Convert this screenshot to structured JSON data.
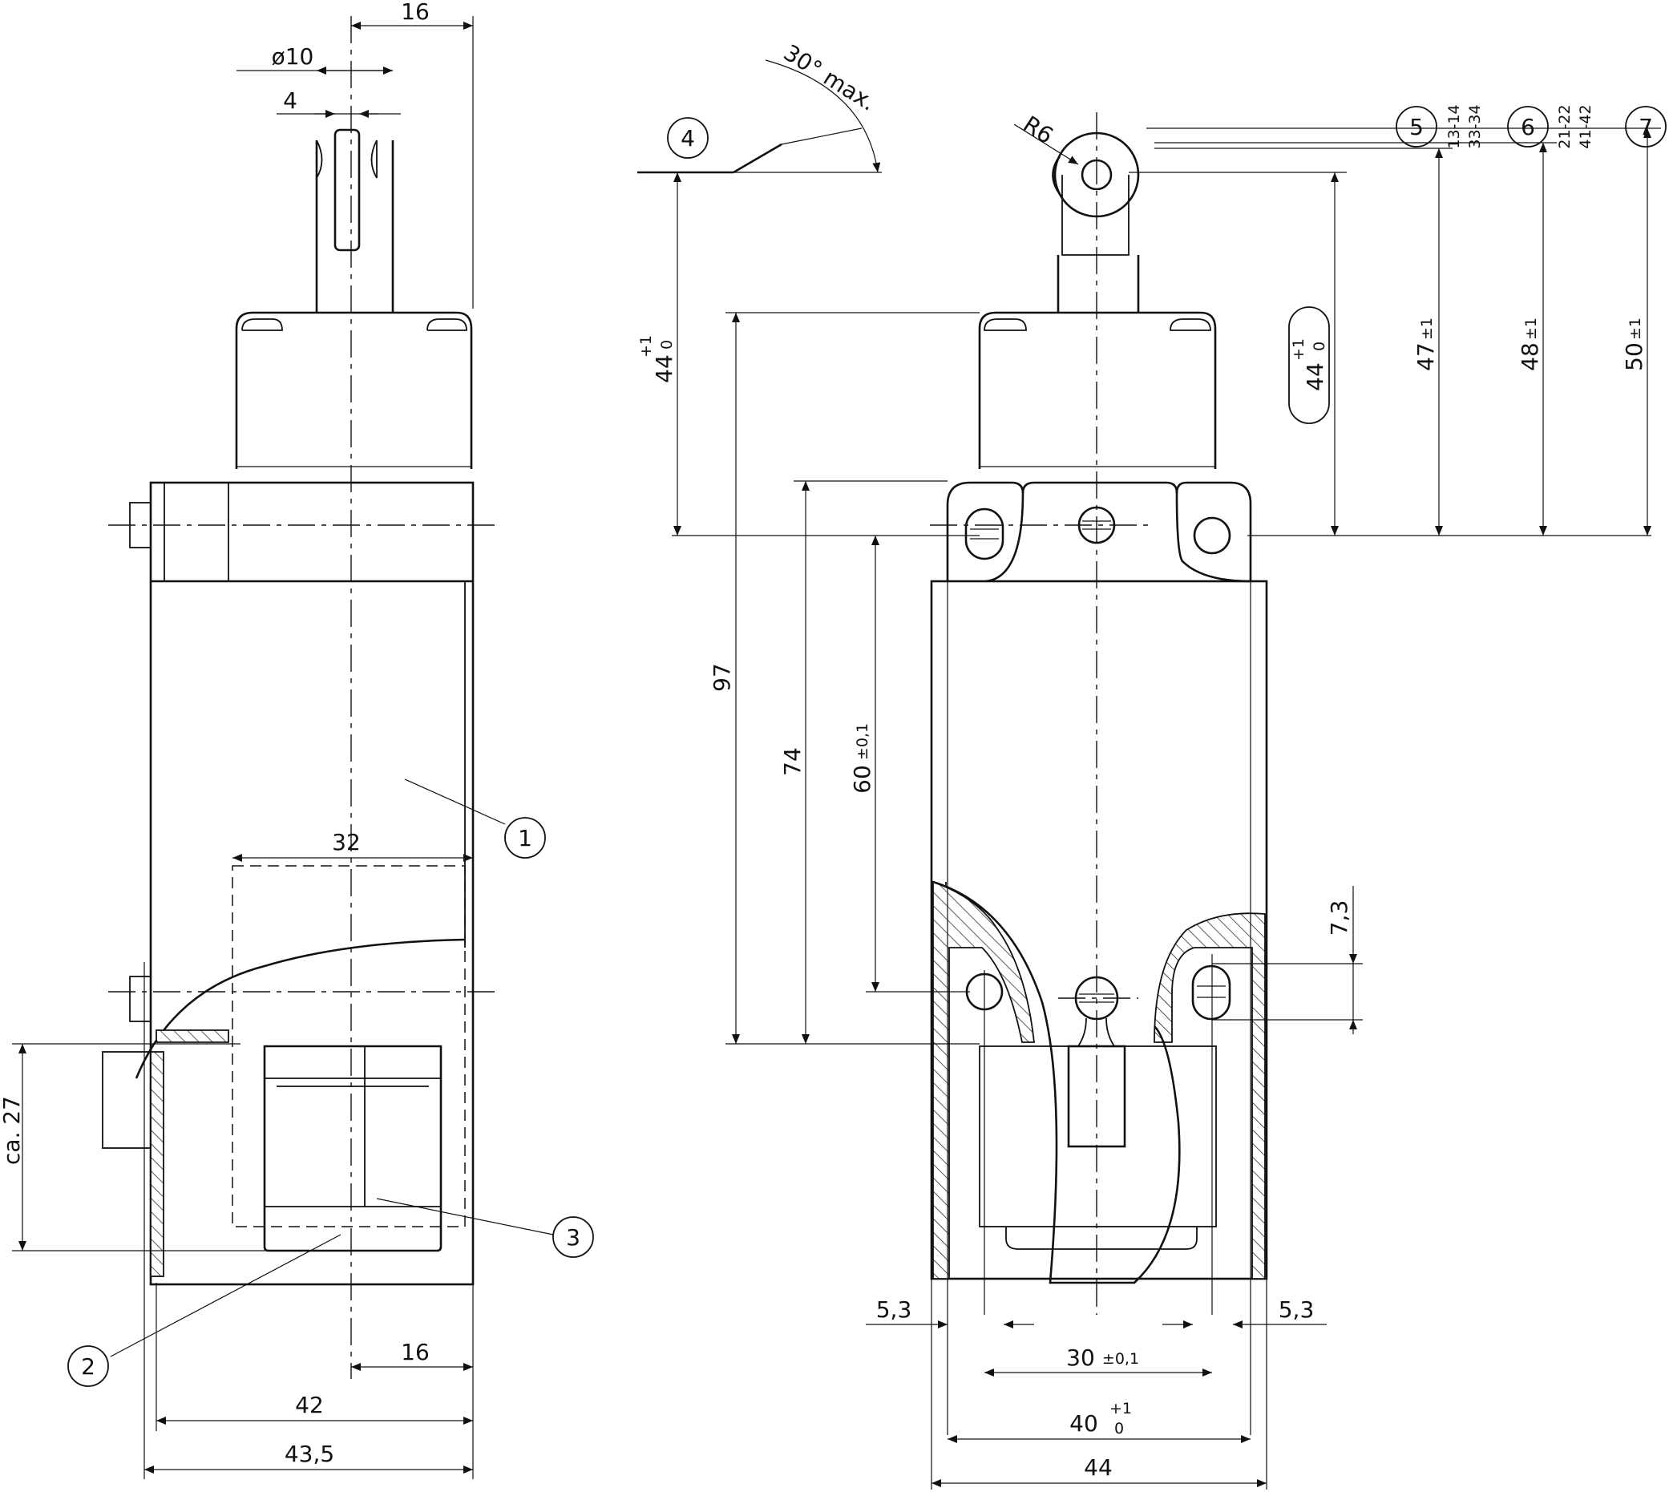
{
  "side_view": {
    "dim_roller_offset": "16",
    "dim_roller_diameter": "ø10",
    "dim_roller_width": "4",
    "dim_housing_depth_32": "32",
    "dim_cable_height": "ca. 27",
    "dim_bottom_16": "16",
    "dim_42": "42",
    "dim_43_5": "43,5",
    "callout_1": "1",
    "callout_2": "2",
    "callout_3": "3"
  },
  "front_view": {
    "callout_4": "4",
    "angle_label": "30° max.",
    "radius_label": "R6",
    "dim_44_left": "44",
    "dim_44_left_tol_upper": "+1",
    "dim_44_left_tol_lower": "0",
    "dim_97": "97",
    "dim_74": "74",
    "dim_60": "60",
    "dim_60_tol": "±0,1",
    "dim_44_box": "44",
    "dim_44_box_tol_upper": "+1",
    "dim_44_box_tol_lower": "0",
    "dim_47": "47",
    "dim_47_tol": "±1",
    "dim_48": "48",
    "dim_48_tol": "±1",
    "dim_50": "50",
    "dim_50_tol": "±1",
    "callout_5": "5",
    "contacts_5_a": "13-14",
    "contacts_5_b": "33-34",
    "callout_6": "6",
    "contacts_6_a": "21-22",
    "contacts_6_b": "41-42",
    "callout_7": "7",
    "dim_7_3": "7,3",
    "dim_5_3_left": "5,3",
    "dim_5_3_right": "5,3",
    "dim_30": "30",
    "dim_30_tol": "±0,1",
    "dim_40": "40",
    "dim_40_tol_upper": "+1",
    "dim_40_tol_lower": "0",
    "dim_44_bottom": "44"
  }
}
